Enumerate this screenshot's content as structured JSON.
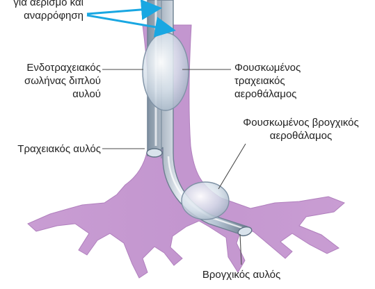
{
  "labels": {
    "suction": {
      "line1": "για αερισμό και",
      "line2": "αναρρόφηση"
    },
    "endotracheal_tube": {
      "line1": "Ενδοτραχειακός",
      "line2": "σωλήνας διπλού",
      "line3": "αυλού"
    },
    "tracheal_cuff": {
      "line1": "Φουσκωμένος",
      "line2": "τραχειακός",
      "line3": "αεροθάλαμος"
    },
    "bronchial_cuff": {
      "line1": "Φουσκωμένος βρογχικός",
      "line2": "αεροθάλαμος"
    },
    "tracheal_lumen": "Τραχειακός αυλός",
    "bronchial_lumen": "Βρογχικός αυλός"
  },
  "colors": {
    "airway": "#c79ad1",
    "airway_edge": "#a873b4",
    "tube": "#b8c7d6",
    "tube_edge": "#6f8193",
    "cuff": "#d7e1ea",
    "arrow": "#19a7e2",
    "leader": "#4a4a4a"
  }
}
